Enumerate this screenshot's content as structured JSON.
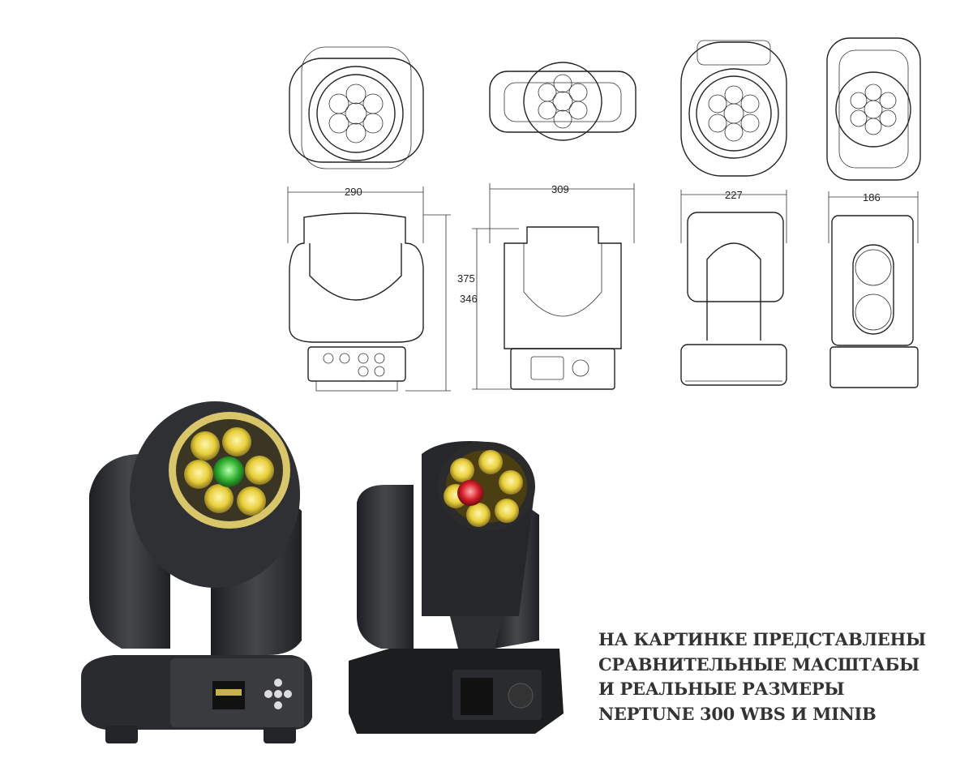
{
  "dimensions": {
    "neptune_front_width": "290",
    "neptune_height": "375",
    "neptune_side_width": "309",
    "miniB_height": "346",
    "miniB_front_width": "227",
    "miniB_side_width": "186"
  },
  "caption": {
    "line1": "НА КАРТИНКЕ ПРЕДСТАВЛЕНЫ",
    "line2": "СРАВНИТЕЛЬНЫЕ МАСШТАБЫ",
    "line3": "И РЕАЛЬНЫЕ РАЗМЕРЫ",
    "line4": "NEPTUNE 300 WBS И MINIB"
  },
  "colors": {
    "caption": "#333333",
    "fixture_body": "#2f3033",
    "lens_yellow": "#e8d23a",
    "lens_green": "#3fbf3a",
    "lens_red": "#d8202a"
  }
}
